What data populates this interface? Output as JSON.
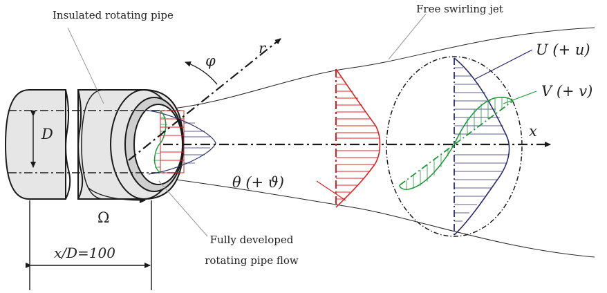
{
  "labels": {
    "insulated_pipe": "Insulated rotating pipe",
    "free_jet": "Free swirling jet",
    "pipe_flow_line1": "Fully developed",
    "pipe_flow_line2": "rotating pipe flow",
    "x_over_d": "x/D=100",
    "diameter": "D",
    "omega": "Ω",
    "phi": "φ",
    "r": "r",
    "x": "x",
    "U": "U (+ u)",
    "V": "V (+ v)",
    "theta": "θ (+ ϑ)"
  },
  "colors": {
    "pipe_fill": "#e6e6e6",
    "pipe_stroke": "#1a1a1a",
    "temperature_profile": "#e02020",
    "axial_velocity_profile": "#2a2a6e",
    "swirl_velocity_profile": "#1f9a3a",
    "leader_line": "#999999"
  }
}
